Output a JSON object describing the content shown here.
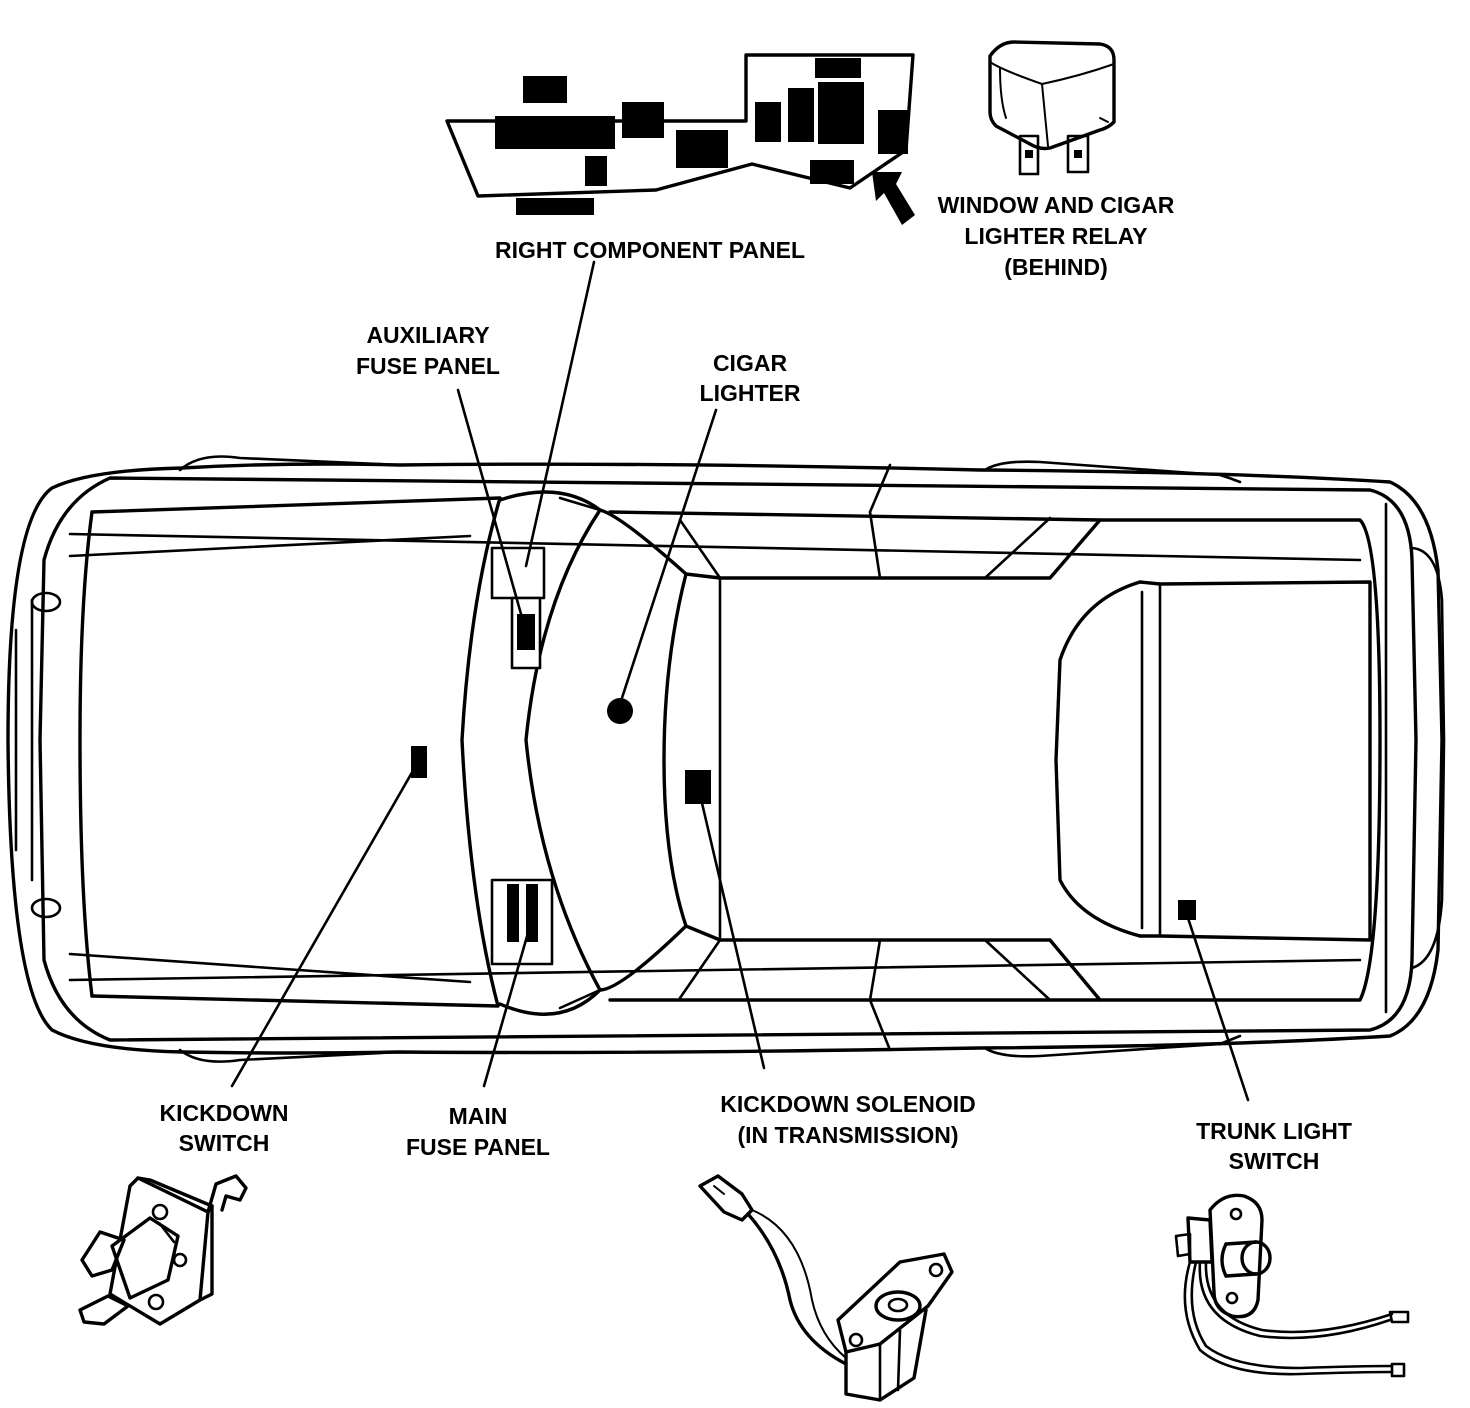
{
  "labels": {
    "right_component_panel": [
      "RIGHT COMPONENT PANEL"
    ],
    "window_cigar_relay": [
      "WINDOW AND CIGAR",
      "LIGHTER RELAY",
      "(BEHIND)"
    ],
    "auxiliary_fuse_panel": [
      "AUXILIARY",
      "FUSE PANEL"
    ],
    "cigar_lighter": [
      "CIGAR",
      "LIGHTER"
    ],
    "kickdown_switch": [
      "KICKDOWN",
      "SWITCH"
    ],
    "main_fuse_panel": [
      "MAIN",
      "FUSE PANEL"
    ],
    "kickdown_solenoid": [
      "KICKDOWN SOLENOID",
      "(IN TRANSMISSION)"
    ],
    "trunk_light_switch": [
      "TRUNK LIGHT",
      "SWITCH"
    ]
  },
  "colors": {
    "ink": "#000000",
    "paper": "#ffffff"
  },
  "icons": [
    "right-component-panel-icon",
    "relay-icon",
    "car-top-view-icon",
    "kickdown-switch-icon",
    "kickdown-solenoid-icon",
    "trunk-light-switch-icon"
  ]
}
